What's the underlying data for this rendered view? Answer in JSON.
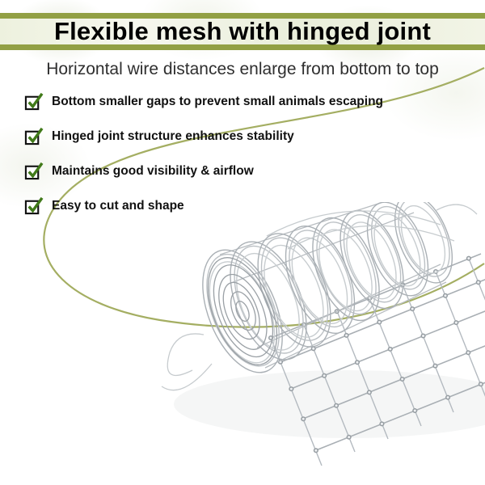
{
  "header": {
    "title": "Flexible mesh with hinged joint",
    "subtitle": "Horizontal wire distances enlarge from bottom to top"
  },
  "features": [
    {
      "label": "Bottom smaller gaps to prevent small animals escaping"
    },
    {
      "label": "Hinged joint structure enhances stability"
    },
    {
      "label": "Maintains good visibility & airflow"
    },
    {
      "label": "Easy to cut and shape"
    }
  ],
  "icons": {
    "feature_bullet": "checkbox-check-icon",
    "product_image": "wire-mesh-roll"
  },
  "colors": {
    "banner_stripe": "#92a044",
    "banner_fill": "#f1f4e4",
    "decorative_curve": "#a4ae62",
    "checkmark_green": "#417a1a",
    "title_text": "#000000",
    "subtitle_text": "#2f2f2f",
    "feature_text": "#111111",
    "wire_gray": "#aab0b5"
  }
}
